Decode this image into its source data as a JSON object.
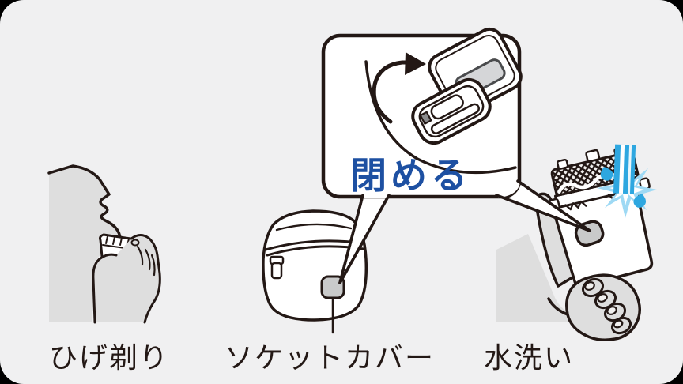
{
  "figure": {
    "type": "shaver-instruction-diagram",
    "steps": [
      {
        "id": "shaving",
        "label": "ひげ剃り"
      },
      {
        "id": "socket-cover",
        "label": "ソケットカバー"
      },
      {
        "id": "rinsing",
        "label": "水洗い"
      }
    ],
    "callout": {
      "label": "閉める",
      "text_color": "#1D50A2"
    },
    "colors": {
      "canvas": "#F0F0F1",
      "outer": "#000000",
      "outline": "#231815",
      "shade_gray": "#DEDEDE",
      "cover_gray": "#C9CACA",
      "panel_gray": "#D5D6D8",
      "water_blue": "#2EA7E0",
      "splash_blue": "#9ED9F4"
    }
  }
}
